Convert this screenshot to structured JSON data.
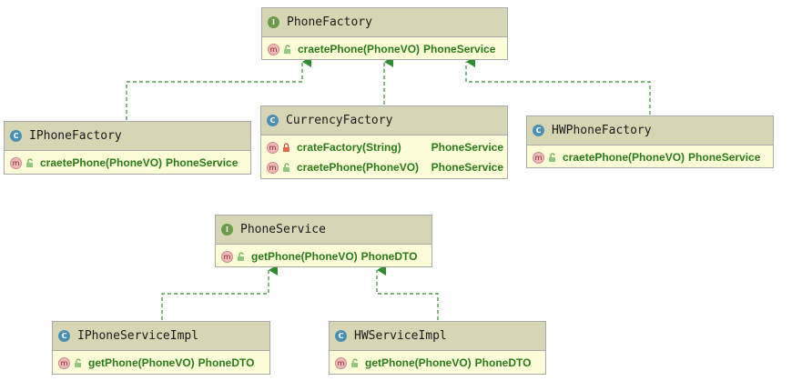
{
  "diagram": {
    "kind_icons": {
      "interface": "I",
      "class": "C",
      "method": "m"
    },
    "colors": {
      "header": "#d7d6b4",
      "body": "#fcfcd8",
      "member_text": "#2a7a1a",
      "arrow": "#2e8b2e",
      "border": "#a9a9a9"
    },
    "nodes": {
      "phone_factory": {
        "kind": "interface",
        "name": "PhoneFactory",
        "members": [
          {
            "visibility": "public",
            "signature": "craetePhone(PhoneVO)",
            "return_type": "PhoneService"
          }
        ]
      },
      "iphone_factory": {
        "kind": "class",
        "name": "IPhoneFactory",
        "members": [
          {
            "visibility": "public",
            "signature": "craetePhone(PhoneVO)",
            "return_type": "PhoneService"
          }
        ]
      },
      "currency_factory": {
        "kind": "class",
        "name": "CurrencyFactory",
        "members": [
          {
            "visibility": "private",
            "signature": "crateFactory(String)",
            "return_type": "PhoneService"
          },
          {
            "visibility": "public",
            "signature": "craetePhone(PhoneVO)",
            "return_type": "PhoneService"
          }
        ]
      },
      "hw_phone_factory": {
        "kind": "class",
        "name": "HWPhoneFactory",
        "members": [
          {
            "visibility": "public",
            "signature": "craetePhone(PhoneVO)",
            "return_type": "PhoneService"
          }
        ]
      },
      "phone_service": {
        "kind": "interface",
        "name": "PhoneService",
        "members": [
          {
            "visibility": "public",
            "signature": "getPhone(PhoneVO)",
            "return_type": "PhoneDTO"
          }
        ]
      },
      "iphone_service_impl": {
        "kind": "class",
        "name": "IPhoneServiceImpl",
        "members": [
          {
            "visibility": "public",
            "signature": "getPhone(PhoneVO)",
            "return_type": "PhoneDTO"
          }
        ]
      },
      "hw_service_impl": {
        "kind": "class",
        "name": "HWServiceImpl",
        "members": [
          {
            "visibility": "public",
            "signature": "getPhone(PhoneVO)",
            "return_type": "PhoneDTO"
          }
        ]
      }
    },
    "relations": [
      {
        "type": "realization",
        "from": "iphone_factory",
        "to": "phone_factory"
      },
      {
        "type": "realization",
        "from": "currency_factory",
        "to": "phone_factory"
      },
      {
        "type": "realization",
        "from": "hw_phone_factory",
        "to": "phone_factory"
      },
      {
        "type": "realization",
        "from": "iphone_service_impl",
        "to": "phone_service"
      },
      {
        "type": "realization",
        "from": "hw_service_impl",
        "to": "phone_service"
      }
    ]
  }
}
